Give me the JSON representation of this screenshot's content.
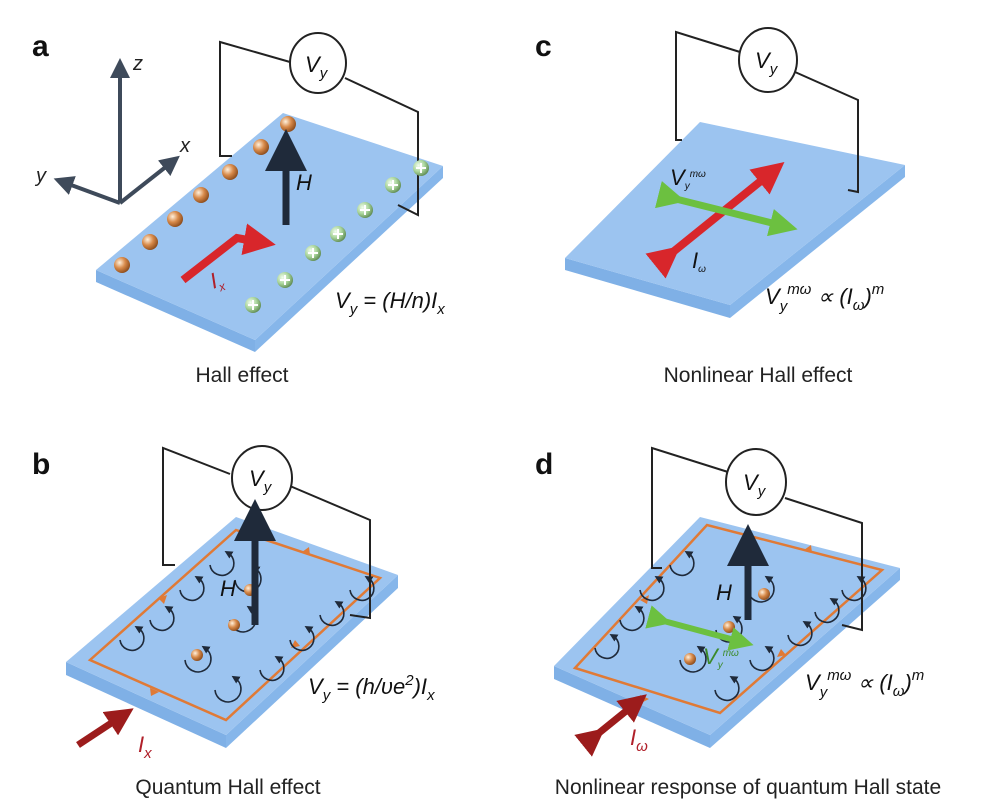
{
  "colors": {
    "slab_top": "#9cc4f0",
    "slab_side": "#7fb0e6",
    "current_arrow": "#d8262b",
    "field_arrow": "#1f2a3a",
    "edge_current": "#e07a36",
    "voltage_arrow": "#6cc040",
    "electron": "#d88a4a",
    "hole": "#a8d49a"
  },
  "panels": {
    "a": {
      "letter": "a",
      "caption": "Hall effect",
      "voltmeter": {
        "v": "V",
        "sub": "y"
      },
      "field_label": "H",
      "current_label": {
        "v": "I",
        "sub": "x"
      },
      "axes": {
        "x": "x",
        "y": "y",
        "z": "z"
      },
      "formula": {
        "lhs": "V",
        "lhs_sub": "y",
        "mid": " = (H/n)I",
        "rhs_sub": "x"
      }
    },
    "b": {
      "letter": "b",
      "caption": "Quantum Hall effect",
      "voltmeter": {
        "v": "V",
        "sub": "y"
      },
      "field_label": "H",
      "current_label": {
        "v": "I",
        "sub": "x"
      },
      "formula": {
        "lhs": "V",
        "lhs_sub": "y",
        "mid1": " = (h/υe",
        "sup": "2",
        "mid2": ")I",
        "rhs_sub": "x"
      }
    },
    "c": {
      "letter": "c",
      "caption": "Nonlinear Hall effect",
      "voltmeter": {
        "v": "V",
        "sub": "y"
      },
      "voltage_label": {
        "v": "V",
        "sub": "y",
        "sup": "mω"
      },
      "current_label": {
        "v": "I",
        "sub": "ω"
      },
      "formula": {
        "lhs": "V",
        "lhs_sub": "y",
        "lhs_sup": "mω",
        "mid": " ∝ (I",
        "i_sub": "ω",
        "close": ")",
        "sup": "m"
      }
    },
    "d": {
      "letter": "d",
      "caption": "Nonlinear response of quantum Hall state",
      "voltmeter": {
        "v": "V",
        "sub": "y"
      },
      "field_label": "H",
      "voltage_label": {
        "v": "V",
        "sub": "y",
        "sup": "mω"
      },
      "current_label": {
        "v": "I",
        "sub": "ω"
      },
      "formula": {
        "lhs": "V",
        "lhs_sub": "y",
        "lhs_sup": "mω",
        "mid": " ∝ (I",
        "i_sub": "ω",
        "close": ")",
        "sup": "m"
      }
    }
  }
}
